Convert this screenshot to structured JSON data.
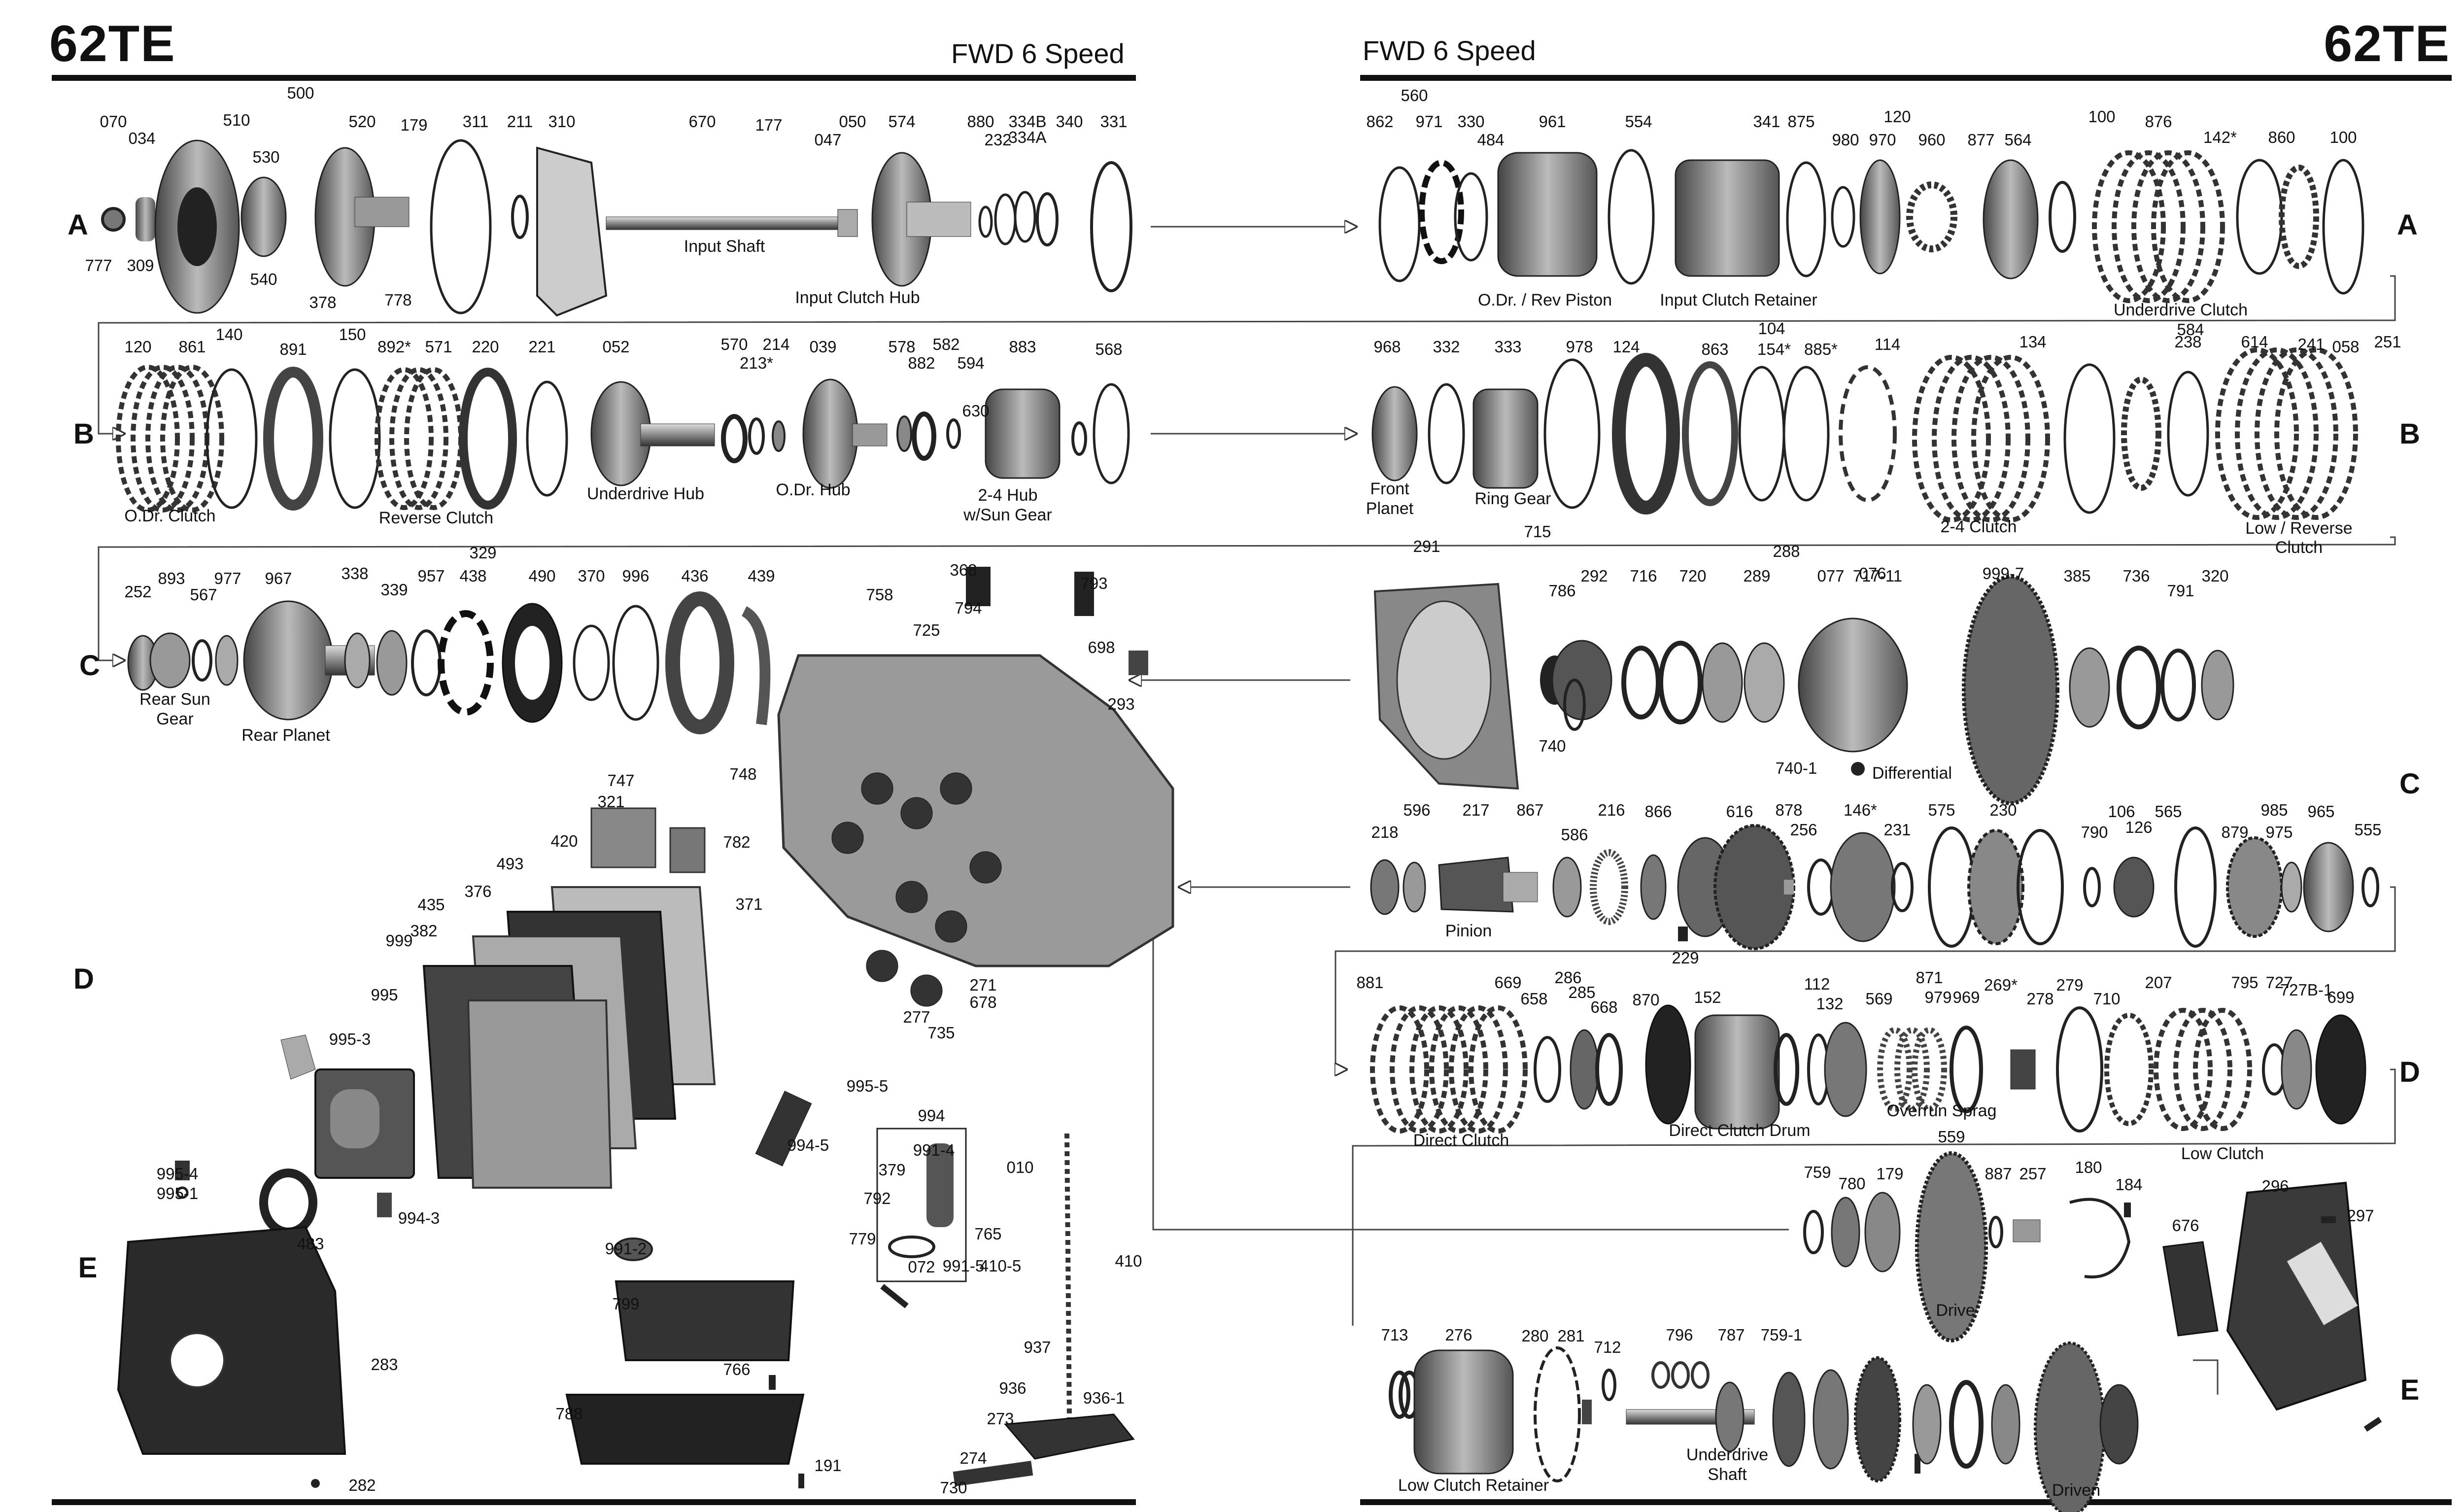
{
  "header": {
    "title_left": "62TE",
    "title_right": "62TE",
    "subtitle_left": "FWD 6 Speed",
    "subtitle_right": "FWD 6 Speed"
  },
  "row_labels": [
    "A",
    "B",
    "C",
    "D",
    "E"
  ],
  "callouts": [
    "070",
    "034",
    "510",
    "500",
    "520",
    "530",
    "179",
    "311",
    "211",
    "310",
    "670",
    "177",
    "050",
    "047",
    "574",
    "880",
    "232",
    "334B",
    "334A",
    "340",
    "331",
    "777",
    "309",
    "540",
    "378",
    "778",
    "560",
    "862",
    "971",
    "330",
    "484",
    "961",
    "554",
    "341",
    "875",
    "980",
    "970",
    "960",
    "877",
    "564",
    "120",
    "100",
    "876",
    "142*",
    "860",
    "100",
    "120",
    "861",
    "140",
    "891",
    "150",
    "892*",
    "571",
    "220",
    "221",
    "052",
    "570",
    "213*",
    "214",
    "039",
    "578",
    "882",
    "582",
    "594",
    "883",
    "630",
    "568",
    "968",
    "332",
    "333",
    "978",
    "124",
    "104",
    "863",
    "154*",
    "885*",
    "114",
    "134",
    "238",
    "614",
    "241",
    "058",
    "584",
    "251",
    "252",
    "893",
    "567",
    "977",
    "967",
    "338",
    "339",
    "957",
    "329",
    "438",
    "490",
    "370",
    "996",
    "436",
    "439",
    "368",
    "758",
    "794",
    "725",
    "793",
    "698",
    "293",
    "291",
    "715",
    "292",
    "786",
    "716",
    "720",
    "289",
    "288",
    "077",
    "076",
    "717-11",
    "999-7",
    "385",
    "736",
    "791",
    "320",
    "740",
    "740-1",
    "747",
    "321",
    "748",
    "782",
    "420",
    "493",
    "371",
    "376",
    "435",
    "382",
    "999",
    "995",
    "995-3",
    "995-4",
    "995-1",
    "483",
    "994-3",
    "995-5",
    "994-5",
    "994",
    "991-4",
    "379",
    "010",
    "792",
    "765",
    "779",
    "410-5",
    "991-5",
    "072",
    "410",
    "991-2",
    "799",
    "766",
    "788",
    "191",
    "937",
    "936",
    "936-1",
    "273",
    "274",
    "730",
    "283",
    "282",
    "277",
    "735",
    "678",
    "271",
    "218",
    "596",
    "217",
    "867",
    "586",
    "216",
    "866",
    "616",
    "878",
    "256",
    "146*",
    "231",
    "575",
    "230",
    "790",
    "106",
    "126",
    "565",
    "879",
    "985",
    "975",
    "965",
    "555",
    "229",
    "881",
    "669",
    "286",
    "658",
    "285",
    "668",
    "870",
    "152",
    "112",
    "132",
    "569",
    "871",
    "979",
    "969",
    "269*",
    "278",
    "279",
    "710",
    "207",
    "795",
    "727",
    "727B-1",
    "699",
    "759",
    "780",
    "179",
    "559",
    "887",
    "257",
    "180",
    "184",
    "676",
    "296",
    "297",
    "713",
    "276",
    "280",
    "281",
    "712",
    "796",
    "787",
    "759-1"
  ],
  "captions": [
    "Input Shaft",
    "Input Clutch Hub",
    "O.Dr. / Rev Piston",
    "Input Clutch Retainer",
    "Underdrive Clutch",
    "O.Dr. Clutch",
    "Reverse Clutch",
    "Underdrive Hub",
    "O.Dr. Hub",
    "2-4 Hub",
    "w/Sun Gear",
    "Front",
    "Planet",
    "Ring Gear",
    "2-4 Clutch",
    "Low / Reverse",
    "Clutch",
    "Rear Sun",
    "Gear",
    "Rear Planet",
    "Differential",
    "Pinion",
    "Direct Clutch",
    "Direct Clutch Drum",
    "Overrun Sprag",
    "Low Clutch",
    "Drive",
    "Low Clutch Retainer",
    "Underdrive",
    "Shaft",
    "Driven"
  ]
}
